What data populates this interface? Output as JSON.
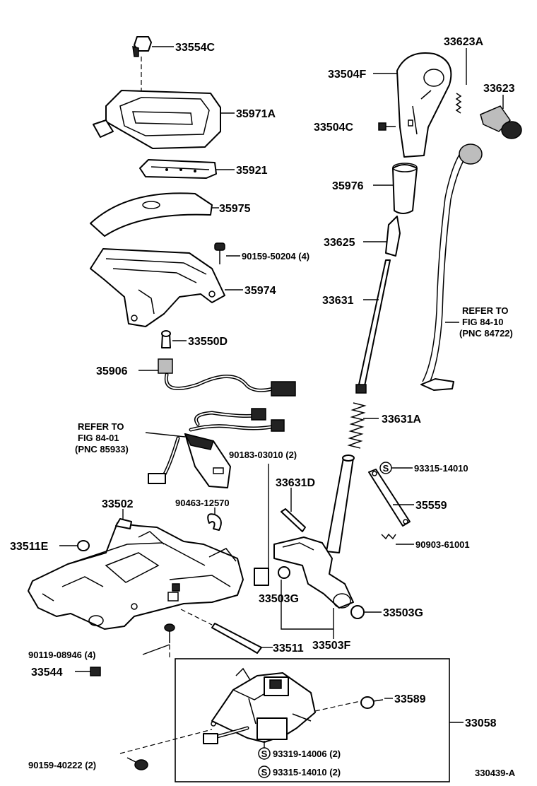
{
  "diagram": {
    "figure_code": "330439-A",
    "labels": {
      "33554C": "33554C",
      "35971A": "35971A",
      "35921": "35921",
      "35975": "35975",
      "35974": "35974",
      "90159_50204": "90159-50204 (4)",
      "33550D": "33550D",
      "35906": "35906",
      "33623A": "33623A",
      "33504F": "33504F",
      "33623": "33623",
      "33504C": "33504C",
      "35976": "35976",
      "33625": "33625",
      "33631": "33631",
      "33631A": "33631A",
      "93315_14010_top": "93315-14010",
      "35559": "35559",
      "90903_61001": "90903-61001",
      "33631D": "33631D",
      "90183_03010": "90183-03010 (2)",
      "90463_12570": "90463-12570",
      "33502": "33502",
      "33511E": "33511E",
      "33503G_left": "33503G",
      "33503G_right": "33503G",
      "33503F": "33503F",
      "33511": "33511",
      "90119_08946": "90119-08946 (4)",
      "33544": "33544",
      "33589": "33589",
      "33058": "33058",
      "93319_14006": "93319-14006 (2)",
      "93315_14010_bottom": "93315-14010 (2)",
      "90159_40222": "90159-40222 (2)"
    },
    "refer_a": {
      "line1": "REFER TO",
      "line2": "FIG 84-10",
      "line3": "(PNC 84722)"
    },
    "refer_b": {
      "line1": "REFER TO",
      "line2": "FIG 84-01",
      "line3": "(PNC 85933)"
    },
    "symbol_s": "S"
  }
}
